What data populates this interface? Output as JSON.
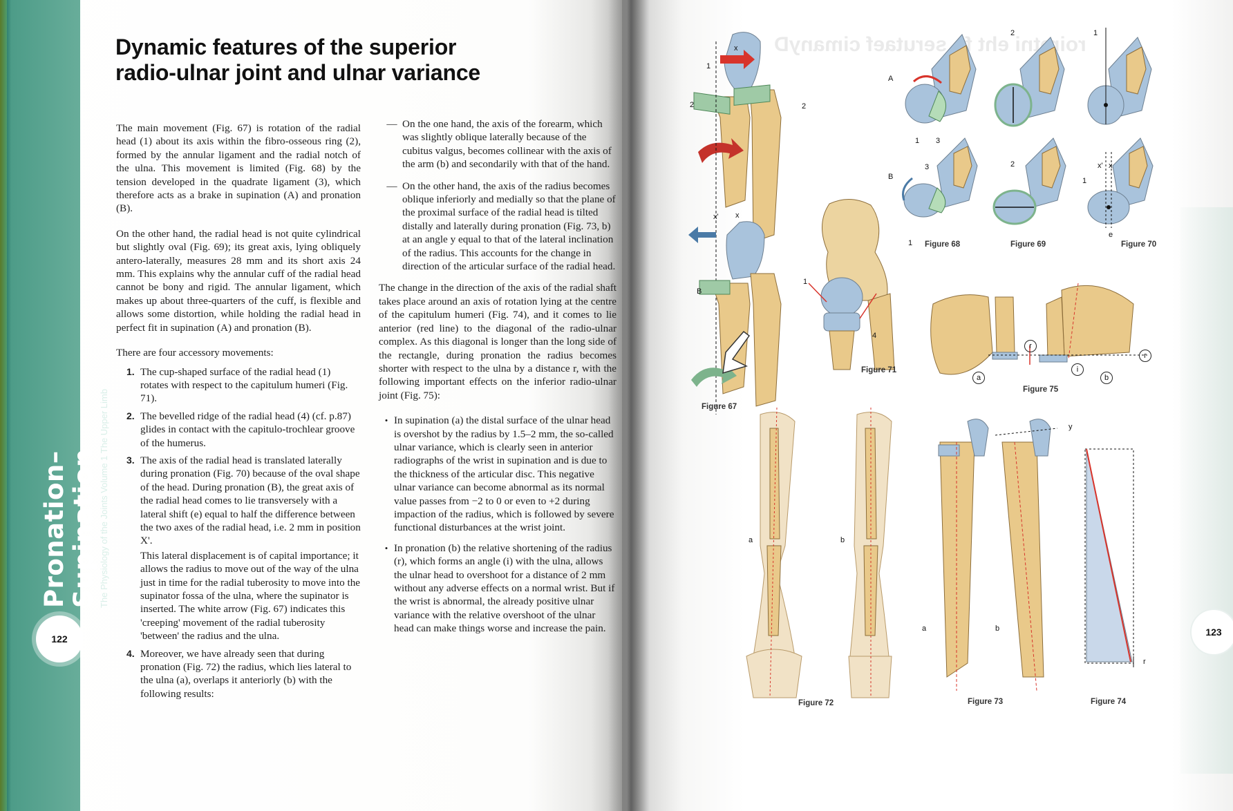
{
  "side_band": {
    "title": "Pronation–Supination",
    "subtitle": "The Physiology of the Joints Volume 1 The Upper Limb"
  },
  "page_numbers": {
    "left": "122",
    "right": "123"
  },
  "heading": {
    "line1": "Dynamic features of the superior",
    "line2": "radio-ulnar joint and ulnar variance"
  },
  "left_column": {
    "p1": "The main movement (Fig. 67) is rotation of the radial head (1) about its axis within the fibro-osseous ring (2), formed by the annular ligament and the radial notch of the ulna. This movement is limited (Fig. 68) by the tension developed in the quadrate ligament (3), which therefore acts as a brake in supination (A) and pronation (B).",
    "p2": "On the other hand, the radial head is not quite cylindrical but slightly oval (Fig. 69); its great axis, lying obliquely antero-laterally, measures 28 mm and its short axis 24 mm. This explains why the annular cuff of the radial head cannot be bony and rigid. The annular ligament, which makes up about three-quarters of the cuff, is flexible and allows some distortion, while holding the radial head in perfect fit in supination (A) and pronation (B).",
    "p3": "There are four accessory movements:",
    "items": [
      {
        "num": "1.",
        "text": "The cup-shaped surface of the radial head (1) rotates with respect to the capitulum humeri (Fig. 71)."
      },
      {
        "num": "2.",
        "text": "The bevelled ridge of the radial head (4) (cf. p.87) glides in contact with the capitulo-trochlear groove of the humerus."
      },
      {
        "num": "3.",
        "text": "The axis of the radial head is translated laterally during pronation (Fig. 70) because of the oval shape of the head. During pronation (B), the great axis of the radial head comes to lie transversely with a lateral shift (e) equal to half the difference between the two axes of the radial head, i.e. 2 mm in position X'.",
        "text2": "This lateral displacement is of capital importance; it allows the radius to move out of the way of the ulna just in time for the radial tuberosity to move into the supinator fossa of the ulna, where the supinator is inserted. The white arrow (Fig. 67) indicates this 'creeping' movement of the radial tuberosity 'between' the radius and the ulna."
      },
      {
        "num": "4.",
        "text": "Moreover, we have already seen that during pronation (Fig. 72) the radius, which lies lateral to the ulna (a), overlaps it anteriorly (b) with the following results:"
      }
    ]
  },
  "right_column": {
    "dash1": "On the one hand, the axis of the forearm, which was slightly oblique laterally because of the cubitus valgus, becomes collinear with the axis of the arm (b) and secondarily with that of the hand.",
    "dash2": "On the other hand, the axis of the radius becomes oblique inferiorly and medially so that the plane of the proximal surface of the radial head is tilted distally and laterally during pronation (Fig. 73, b) at an angle y equal to that of the lateral inclination of the radius. This accounts for the change in direction of the articular surface of the radial head.",
    "p1": "The change in the direction of the axis of the radial shaft takes place around an axis of rotation lying at the centre of the capitulum humeri (Fig. 74), and it comes to lie anterior (red line) to the diagonal of the radio-ulnar complex. As this diagonal is longer than the long side of the rectangle, during pronation the radius becomes shorter with respect to the ulna by a distance r, with the following important effects on the inferior radio-ulnar joint (Fig. 75):",
    "bullet1": "In supination (a) the distal surface of the ulnar head is overshot by the radius by 1.5–2 mm, the so-called ulnar variance, which is clearly seen in anterior radiographs of the wrist in supination and is due to the thickness of the articular disc. This negative ulnar variance can become abnormal as its normal value passes from −2 to 0 or even to +2 during impaction of the radius, which is followed by severe functional disturbances at the wrist joint.",
    "bullet2": "In pronation (b) the relative shortening of the radius (r), which forms an angle (i) with the ulna, allows the ulnar head to overshoot for a distance of 2 mm without any adverse effects on a normal wrist. But if the wrist is abnormal, the already positive ulnar variance with the relative overshoot of the ulnar head can make things worse and increase the pain."
  },
  "figures": {
    "fig67": {
      "label": "Figure 67",
      "marks": [
        "1",
        "x",
        "2",
        "2",
        "x'",
        "x",
        "B"
      ]
    },
    "fig68": {
      "label": "Figure 68",
      "marks": [
        "A",
        "1",
        "3",
        "B",
        "3",
        "1"
      ]
    },
    "fig69": {
      "label": "Figure 69",
      "marks": [
        "2",
        "2"
      ]
    },
    "fig70": {
      "label": "Figure 70",
      "marks": [
        "1",
        "1",
        "x'",
        "x",
        "e"
      ]
    },
    "fig71": {
      "label": "Figure 71",
      "marks": [
        "1",
        "4"
      ]
    },
    "fig72": {
      "label": "Figure 72",
      "marks": [
        "a",
        "b"
      ]
    },
    "fig73": {
      "label": "Figure 73",
      "marks": [
        "a",
        "b",
        "y"
      ]
    },
    "fig74": {
      "label": "Figure 74",
      "marks": [
        "r"
      ]
    },
    "fig75": {
      "label": "Figure 75",
      "marks": [
        "a",
        "r",
        "i",
        "b",
        "r"
      ]
    }
  },
  "colors": {
    "band_teal": "#4d9c88",
    "bone": "#e9c98a",
    "cartilage": "#a9c3dc",
    "ligament_green": "#9fcaa6",
    "arrow_red": "#d8342b",
    "arrow_blue": "#4a7aa6"
  }
}
